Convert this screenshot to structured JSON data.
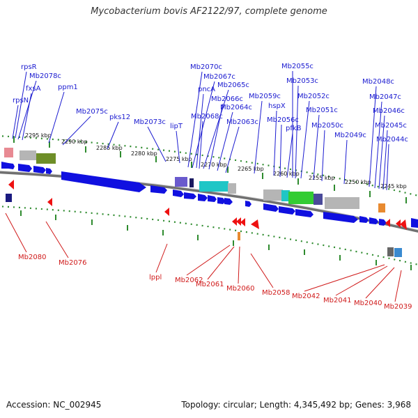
{
  "title": "Mycobacterium bovis AF2122/97, complete genome",
  "accession": "Accession: NC_002945",
  "summary": "Topology: circular; Length: 4,345,492 bp; Genes: 3,968",
  "colors": {
    "forward_label": "#1a1ad0",
    "reverse_label": "#d01a1a",
    "gene_arrow": "#1010e0",
    "tick": "#2e8b2e",
    "backbone": "#707070"
  },
  "kbp_ticks": [
    "2295 kbp",
    "2290 kbp",
    "2285 kbp",
    "2280 kbp",
    "2275 kbp",
    "2270 kbp",
    "2265 kbp",
    "2260 kbp",
    "2255 kbp",
    "2250 kbp",
    "2245 kbp"
  ],
  "forward_labels": [
    "rpsR",
    "Mb2078c",
    "fxsA",
    "rpsN",
    "ppm1",
    "Mb2075c",
    "pks12",
    "Mb2073c",
    "lipT",
    "Mb2070c",
    "Mb2067c",
    "pncA",
    "Mb2065c",
    "Mb2066c",
    "Mb2064c",
    "Mb2068c",
    "Mb2063c",
    "Mb2055c",
    "Mb2053c",
    "Mb2059c",
    "Mb2052c",
    "hspX",
    "Mb2056c",
    "pfkB",
    "Mb2051c",
    "Mb2050c",
    "Mb2049c",
    "Mb2048c",
    "Mb2047c",
    "Mb2046c",
    "Mb2045c",
    "Mb2044c"
  ],
  "reverse_labels": [
    "Mb2080",
    "Mb2076",
    "lppl",
    "Mb2062",
    "Mb2061",
    "Mb2060",
    "Mb2058",
    "Mb2042",
    "Mb2041",
    "Mb2040",
    "Mb2039"
  ]
}
